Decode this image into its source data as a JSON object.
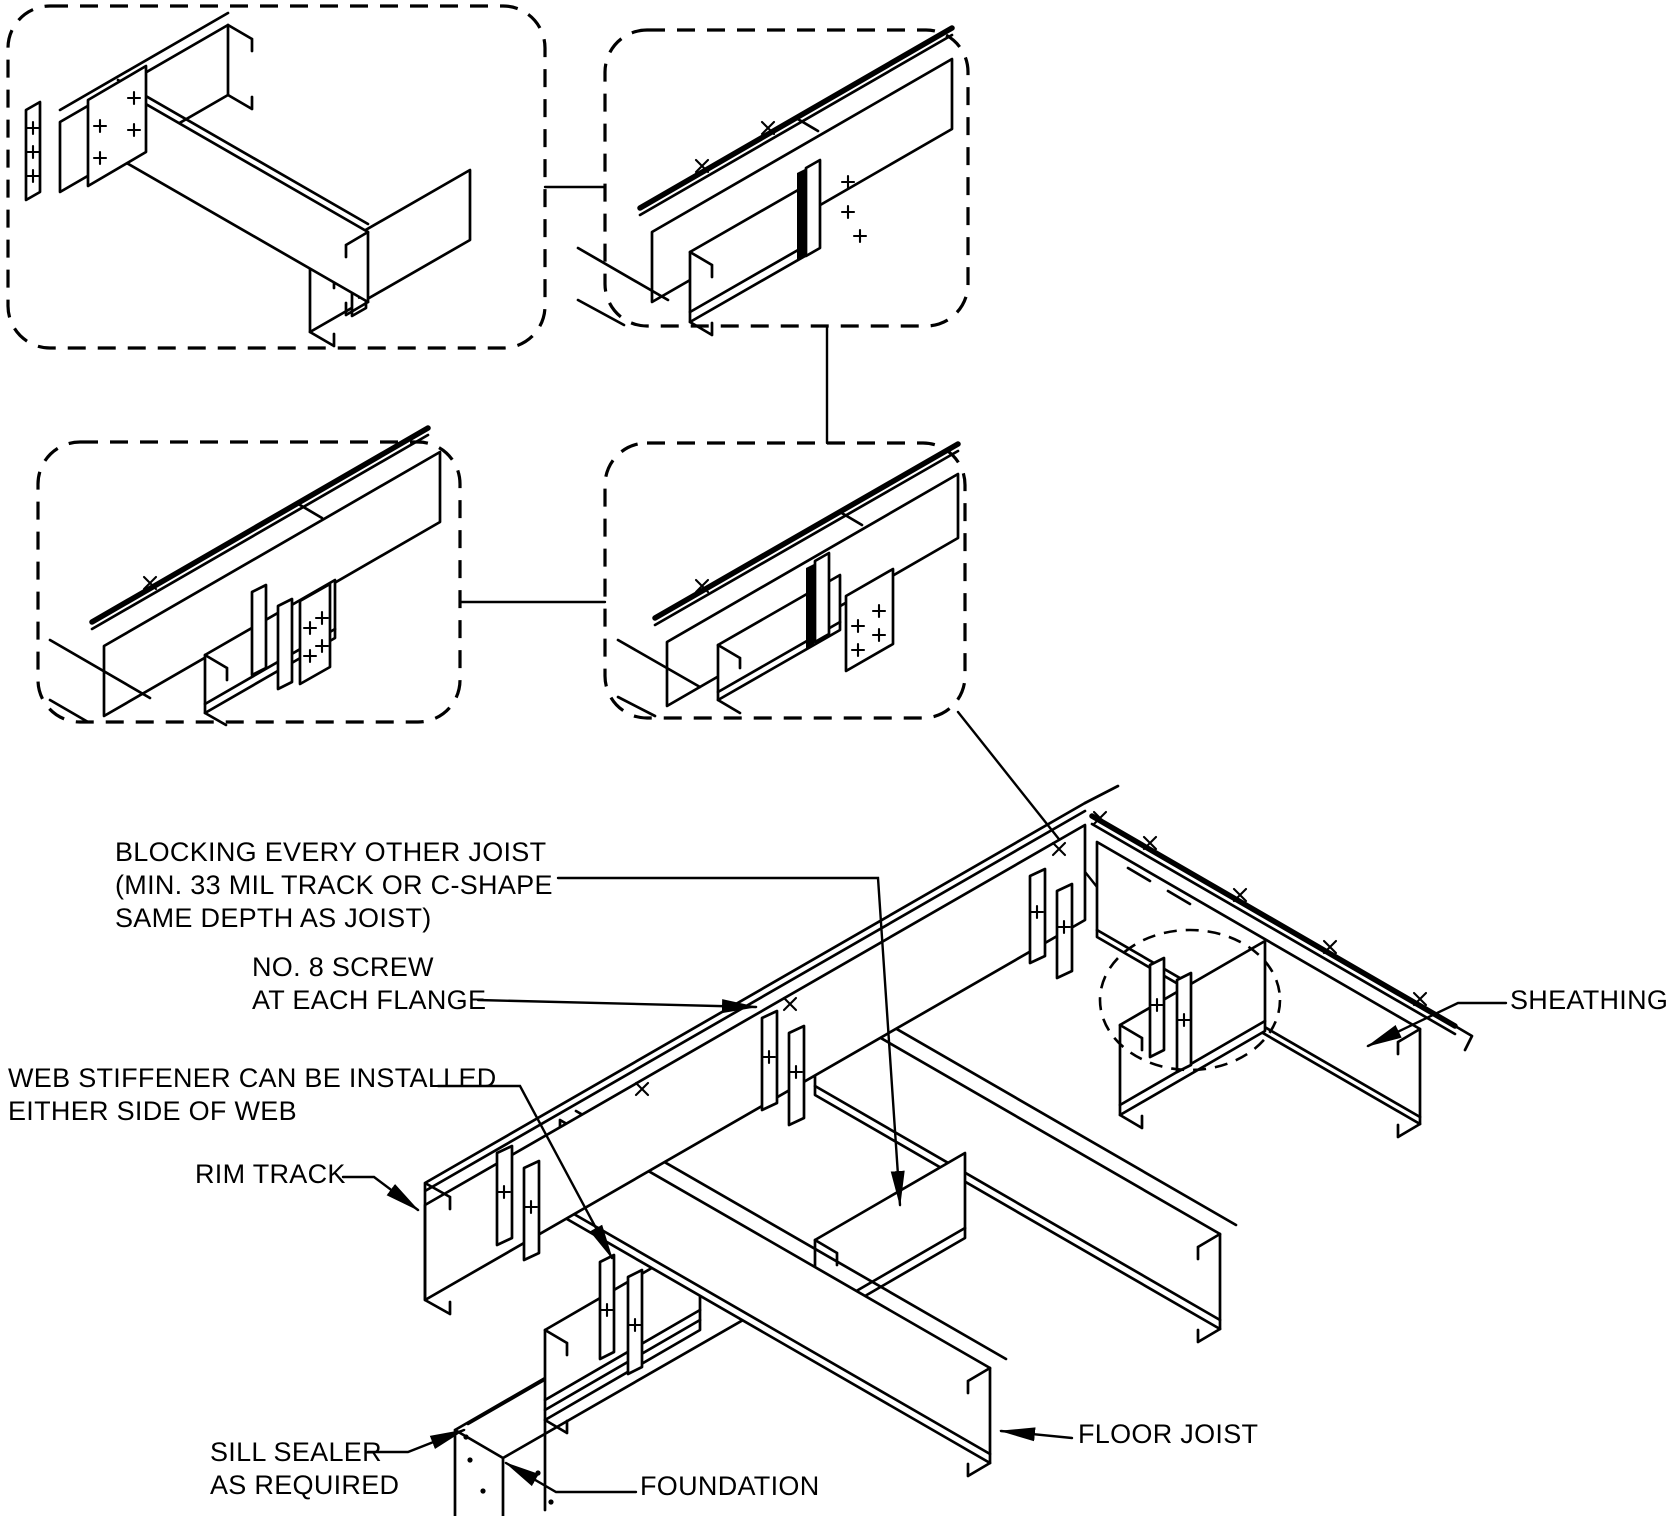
{
  "page": {
    "background_color": "#ffffff",
    "line_color": "#000000"
  },
  "labels": {
    "blocking": "BLOCKING EVERY OTHER JOIST\n(MIN. 33 MIL TRACK OR C-SHAPE\nSAME DEPTH AS JOIST)",
    "no8_screw": "NO. 8 SCREW\nAT EACH FLANGE",
    "web_stiffener": "WEB STIFFENER CAN BE INSTALLED\nEITHER SIDE OF WEB",
    "rim_track": "RIM TRACK",
    "sill_sealer": "SILL SEALER\nAS REQUIRED",
    "foundation": "FOUNDATION",
    "floor_joist": "FLOOR JOIST",
    "sheathing": "SHEATHING"
  }
}
